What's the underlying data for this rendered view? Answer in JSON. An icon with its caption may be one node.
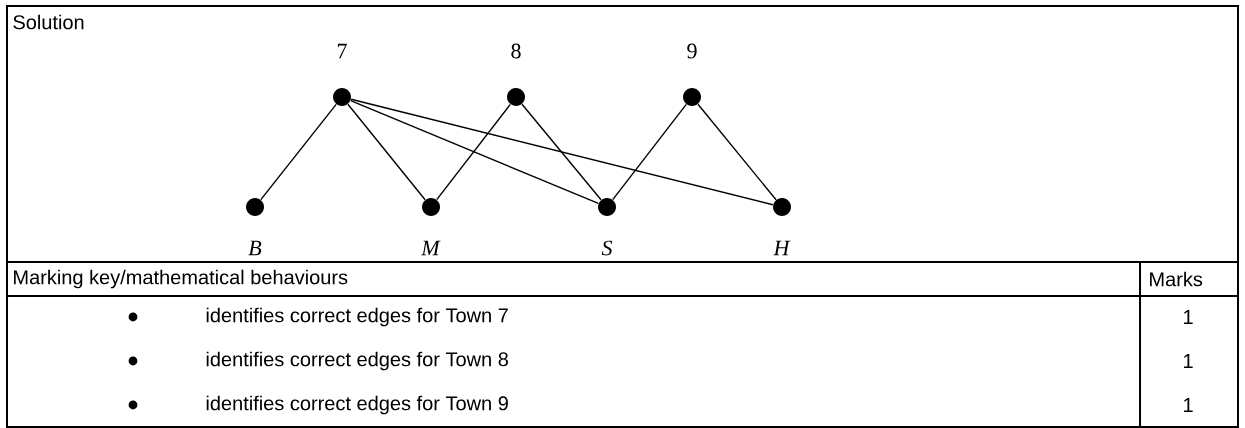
{
  "diagram": {
    "nodes": [
      {
        "text": [],
        "shape": "circle",
        "beside": [
          "7"
        ]
      },
      {
        "text": [],
        "shape": "circle",
        "beside": [
          "8"
        ]
      },
      {
        "text": [],
        "shape": "circle",
        "beside": [
          "9"
        ]
      },
      {
        "text": [],
        "shape": "circle",
        "beside": [
          "*B*"
        ]
      },
      {
        "text": [],
        "shape": "circle",
        "beside": [
          "*M*"
        ]
      },
      {
        "text": [],
        "shape": "circle",
        "beside": [
          "*S*"
        ]
      },
      {
        "text": [],
        "shape": "circle",
        "beside": [
          "*H*"
        ]
      }
    ],
    "edges": [
      {
        "from": 0,
        "to": 3,
        "arrow": "none"
      },
      {
        "from": 0,
        "to": 4,
        "arrow": "none"
      },
      {
        "from": 0,
        "to": 5,
        "arrow": "none"
      },
      {
        "from": 0,
        "to": 6,
        "arrow": "none"
      },
      {
        "from": 1,
        "to": 4,
        "arrow": "none"
      },
      {
        "from": 1,
        "to": 5,
        "arrow": "none"
      },
      {
        "from": 2,
        "to": 5,
        "arrow": "none"
      },
      {
        "from": 2,
        "to": 6,
        "arrow": "none"
      }
    ],
    "labels": [
      "Solution",
      "Marking key/mathematical behaviours",
      "Marks",
      "identifies correct edges for Town 7",
      "1",
      "identifies correct edges for Town 8",
      "1",
      "identifies correct edges for Town 9",
      "1"
    ]
  }
}
